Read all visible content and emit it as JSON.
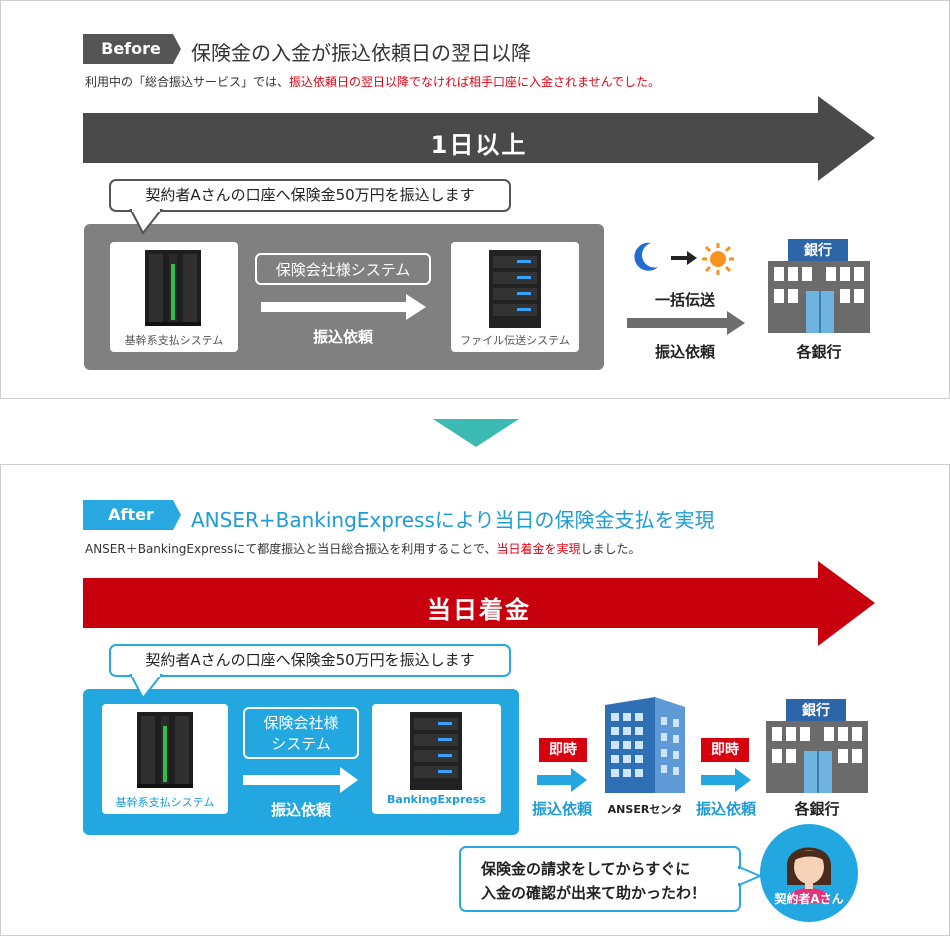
{
  "before": {
    "tag": "Before",
    "heading": "保険金の入金が振込依頼日の翌日以降",
    "subline_pre": "利用中の「総合振込サービス」では、",
    "subline_red": "振込依頼日の翌日以降でなければ相手口座に入金されませんでした。",
    "arrow_label": "1日以上",
    "bubble": "契約者Aさんの口座へ保険金50万円を振込します",
    "card1_label": "基幹系支払システム",
    "system_box": "保険会社様システム",
    "request_label": "振込依頼",
    "card2_label": "ファイル伝送システム",
    "batch_label": "一括伝送",
    "request2_label": "振込依頼",
    "bank_sign": "銀行",
    "bank_label": "各銀行"
  },
  "after": {
    "tag": "After",
    "heading": "ANSER+BankingExpressにより当日の保険金支払を実現",
    "subline_pre": "ANSER＋BankingExpressにて都度振込と当日総合振込を利用することで、",
    "subline_red": "当日着金を実現",
    "subline_post": "しました。",
    "arrow_label": "当日着金",
    "bubble": "契約者Aさんの口座へ保険金50万円を振込します",
    "card1_label": "基幹系支払システム",
    "system_box_line1": "保険会社様",
    "system_box_line2": "システム",
    "request_label": "振込依頼",
    "card2_label": "BankingExpress",
    "badge1": "即時",
    "request2_label": "振込依頼",
    "center_label": "ANSERセンタ",
    "badge2": "即時",
    "request3_label": "振込依頼",
    "bank_sign": "銀行",
    "bank_label": "各銀行",
    "bubble2_line1": "保険金の請求をしてからすぐに",
    "bubble2_line2": "入金の確認が出来て助かったわ！",
    "person_label": "契約者Aさん"
  },
  "colors": {
    "before_tag": "#555555",
    "before_arrow": "#4a4a4a",
    "before_box": "#808080",
    "after_tag": "#29a9e1",
    "after_arrow": "#c8000e",
    "after_box": "#22a7e0",
    "red_text": "#e60012",
    "teal_triangle": "#3bbab4"
  },
  "icons": [
    "server-icon",
    "moon-icon",
    "sun-icon",
    "bank-building-icon",
    "office-building-icon",
    "person-avatar-icon"
  ]
}
